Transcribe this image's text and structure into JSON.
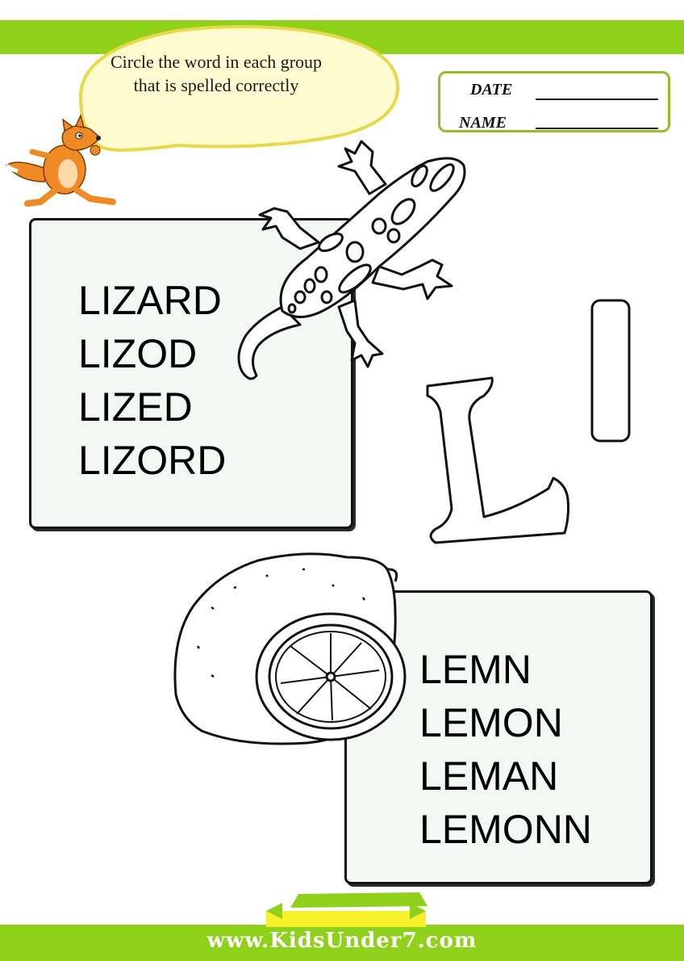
{
  "instruction": {
    "line1": "Circle the word in each group",
    "line2": "that is spelled correctly"
  },
  "form": {
    "date_label": "DATE",
    "name_label": "NAME"
  },
  "group1": {
    "words": [
      "LIZARD",
      "LIZOD",
      "LIZED",
      "LIZORD"
    ]
  },
  "group2": {
    "words": [
      "LEMN",
      "LEMON",
      "LEMAN",
      "LEMONN"
    ]
  },
  "letter": {
    "upper": "L",
    "lower": "l"
  },
  "footer": {
    "url": "www.KidsUnder7.com"
  },
  "colors": {
    "accent_green": "#8fd11a",
    "box_border_green": "#8fbf2a",
    "bubble_fill": "#fffbd0",
    "bubble_stroke": "#e8d84a",
    "fox_orange": "#f08a24"
  }
}
